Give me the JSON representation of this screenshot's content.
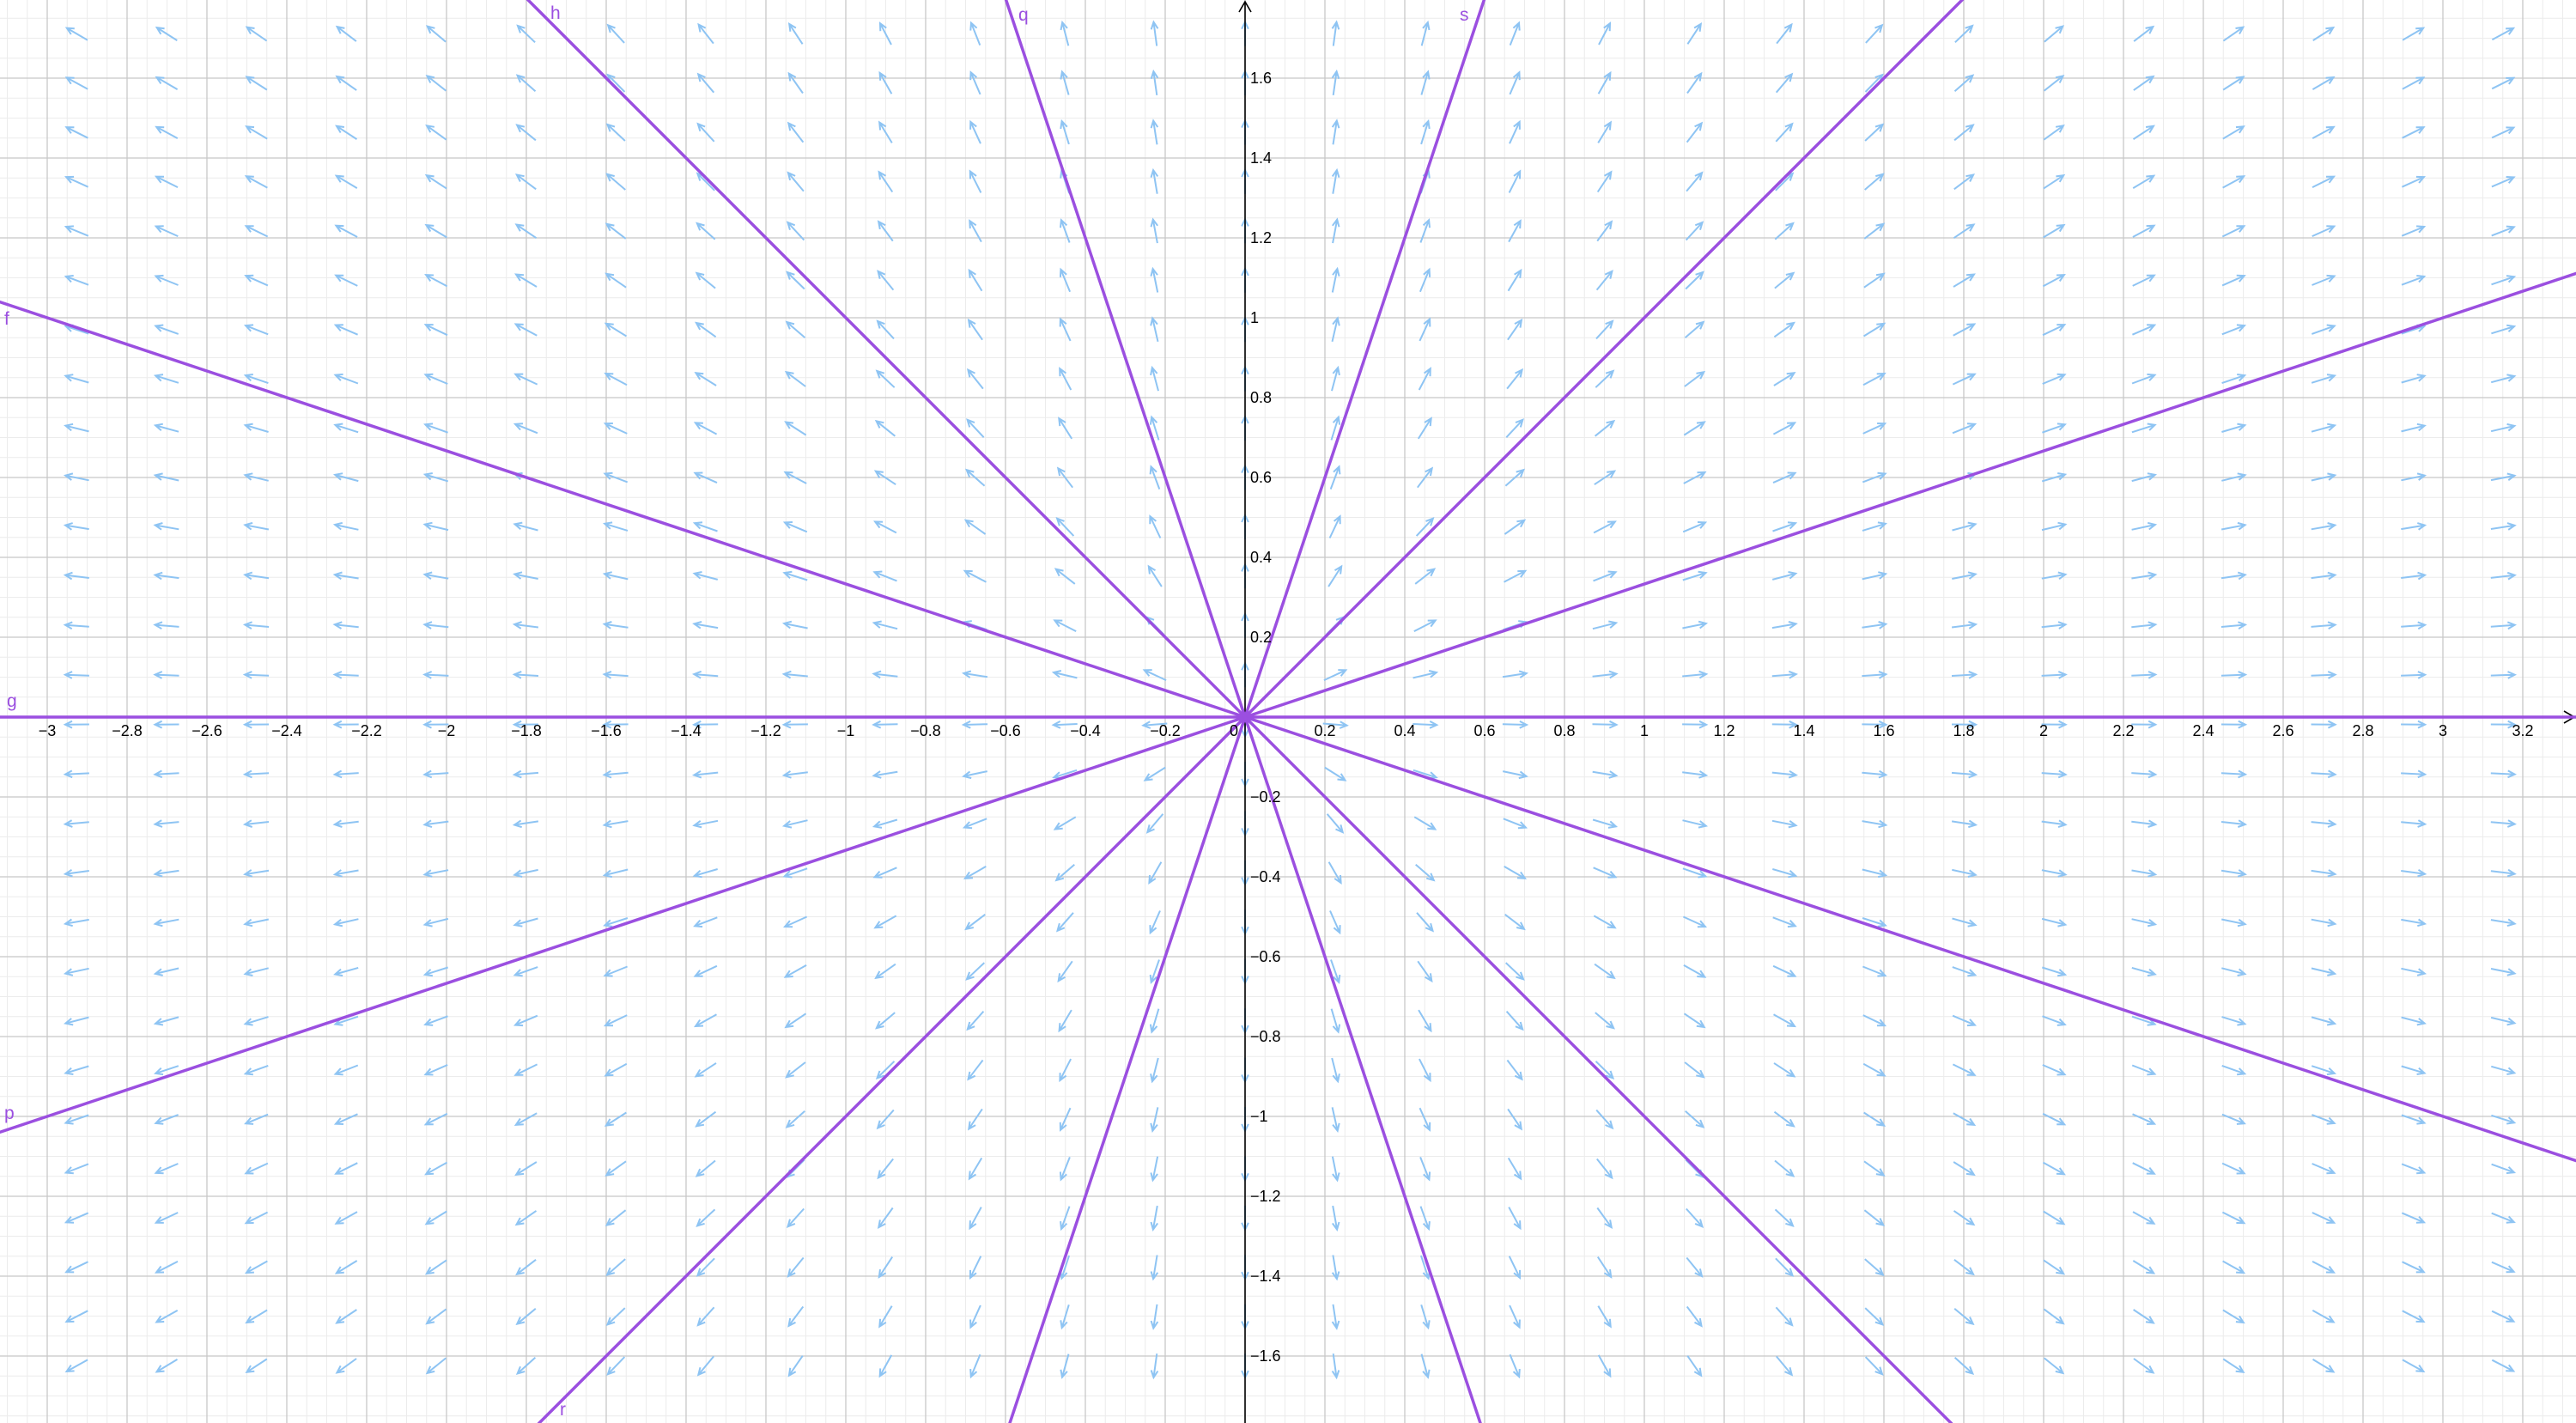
{
  "chart_data": {
    "type": "line",
    "title": "",
    "xlabel": "",
    "ylabel": "",
    "xlim": [
      -3.14,
      3.34
    ],
    "ylim": [
      -1.77,
      1.8
    ],
    "x_ticks": [
      -3,
      -2.8,
      -2.6,
      -2.4,
      -2.2,
      -2,
      -1.8,
      -1.6,
      -1.4,
      -1.2,
      -1,
      -0.8,
      -0.6,
      -0.4,
      -0.2,
      0.2,
      0.4,
      0.6,
      0.8,
      1,
      1.2,
      1.4,
      1.6,
      1.8,
      2,
      2.2,
      2.4,
      2.6,
      2.8,
      3,
      3.2
    ],
    "x_tick_labels": [
      "−3",
      "−2.8",
      "−2.6",
      "−2.4",
      "−2.2",
      "−2",
      "−1.8",
      "−1.6",
      "−1.4",
      "−1.2",
      "−1",
      "−0.8",
      "−0.6",
      "−0.4",
      "−0.2",
      "0.2",
      "0.4",
      "0.6",
      "0.8",
      "1",
      "1.2",
      "1.4",
      "1.6",
      "1.8",
      "2",
      "2.2",
      "2.4",
      "2.6",
      "2.8",
      "3",
      "3.2"
    ],
    "y_ticks": [
      -1.6,
      -1.4,
      -1.2,
      -1,
      -0.8,
      -0.6,
      -0.4,
      -0.2,
      0.2,
      0.4,
      0.6,
      0.8,
      1,
      1.2,
      1.4,
      1.6
    ],
    "y_tick_labels": [
      "−1.6",
      "−1.4",
      "−1.2",
      "−1",
      "−0.8",
      "−0.6",
      "−0.4",
      "−0.2",
      "0.2",
      "0.4",
      "0.6",
      "0.8",
      "1",
      "1.2",
      "1.4",
      "1.6"
    ],
    "origin_label": "0",
    "grid": true,
    "major_step": 0.2,
    "minor_step": 0.05,
    "line_color": "#9B4FE0",
    "field_color": "#8EC4F3",
    "lines": [
      {
        "name": "g",
        "slope": 0
      },
      {
        "name": "f",
        "slope": -0.3333
      },
      {
        "name": "p",
        "slope": 0.3333
      },
      {
        "name": "h",
        "slope": -1
      },
      {
        "name": "r",
        "slope": 1
      },
      {
        "name": "s",
        "slope": 3
      },
      {
        "name": "q",
        "slope": -3
      }
    ],
    "vector_field": {
      "x_step": 0.225,
      "y_step": 0.1235,
      "x_start": -2.925,
      "y_start": -1.624,
      "description": "direction field of dy/dx = y/x"
    }
  }
}
